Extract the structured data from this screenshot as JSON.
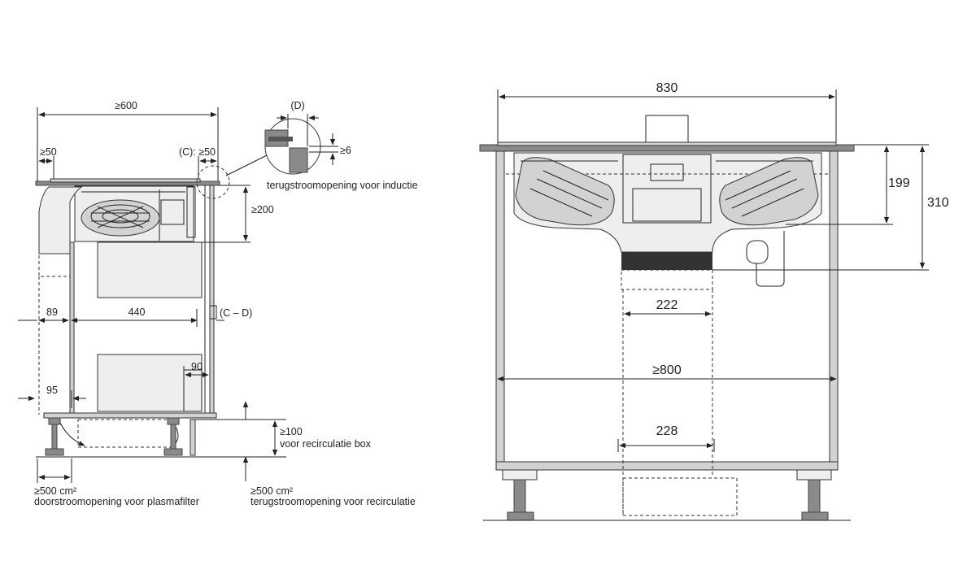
{
  "left_view": {
    "dim_width_min": "≥600",
    "dim_front_gap": "≥50",
    "dim_back_gap": "(C): ≥50",
    "dim_detail_d": "(D)",
    "dim_detail_min": "≥6",
    "note_return_induction": "terugstroomopening voor inductie",
    "dim_height_min": "≥200",
    "dim_back_label": "(C – D)",
    "dim_89": "89",
    "dim_440": "440",
    "dim_90": "90",
    "dim_95": "95",
    "dim_plinth_min": "≥100",
    "note_recirc_box": "voor recirculatie box",
    "area_plasma_value": "≥500 cm²",
    "note_plasma_filter": "doorstroomopening voor plasmafilter",
    "area_recirc_value": "≥500 cm²",
    "note_return_recirc": "terugstroomopening voor recirculatie"
  },
  "right_view": {
    "dim_830": "830",
    "dim_199": "199",
    "dim_310": "310",
    "dim_222": "222",
    "dim_800_min": "≥800",
    "dim_228": "228"
  }
}
